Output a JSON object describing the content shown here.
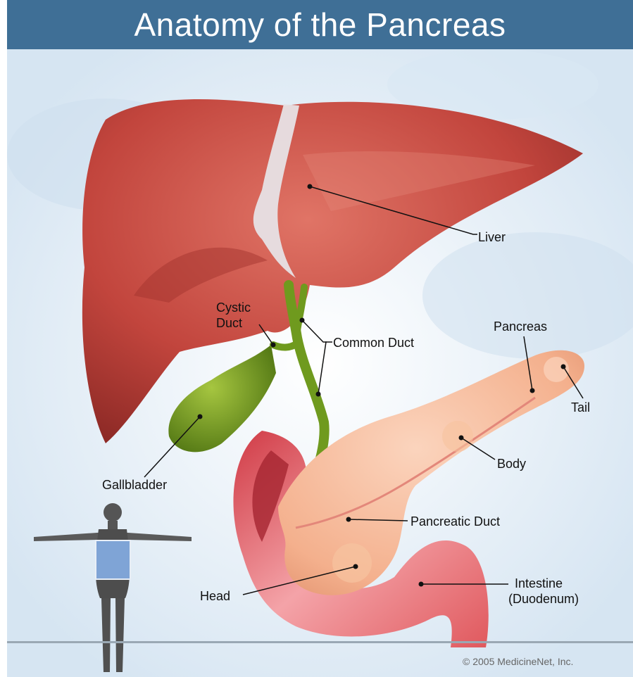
{
  "title": "Anatomy of the Pancreas",
  "labels": {
    "liver": "Liver",
    "cystic_duct_line1": "Cystic",
    "cystic_duct_line2": "Duct",
    "common_duct": "Common Duct",
    "pancreas": "Pancreas",
    "tail": "Tail",
    "body": "Body",
    "gallbladder": "Gallbladder",
    "pancreatic_duct": "Pancreatic Duct",
    "head": "Head",
    "intestine_line1": "Intestine",
    "intestine_line2": "(Duodenum)"
  },
  "copyright": "© 2005 MedicineNet, Inc.",
  "colors": {
    "title_bar": "#3f6f96",
    "liver": "#c2453d",
    "gallbladder": "#6f9a1e",
    "pancreas": "#f4b08d",
    "duodenum": "#e0595e",
    "background_sky": "#dde9f4"
  }
}
